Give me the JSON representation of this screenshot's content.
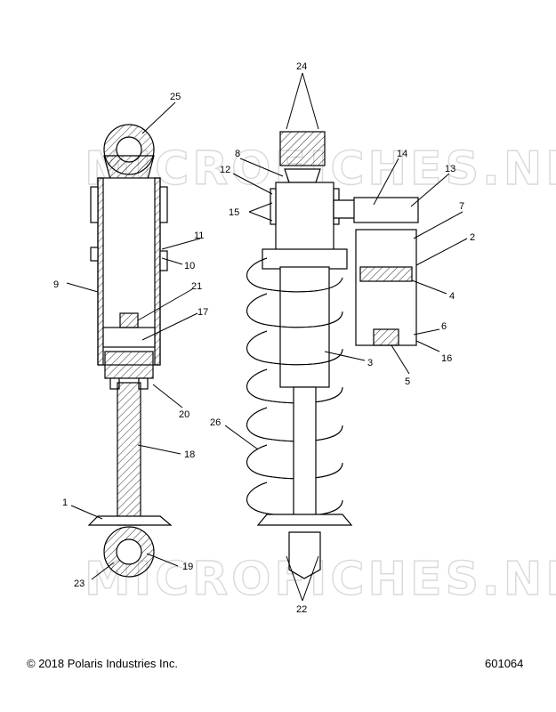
{
  "watermark": "MICROFICHES.NET",
  "footer": {
    "copyright": "© 2018 Polaris Industries Inc.",
    "part_number": "601064"
  },
  "callouts": {
    "c1": "1",
    "c2": "2",
    "c3": "3",
    "c4": "4",
    "c5": "5",
    "c6": "6",
    "c7": "7",
    "c8": "8",
    "c9": "9",
    "c10": "10",
    "c11": "11",
    "c12": "12",
    "c13": "13",
    "c14": "14",
    "c15": "15",
    "c16": "16",
    "c17": "17",
    "c18": "18",
    "c19": "19",
    "c20": "20",
    "c21": "21",
    "c22": "22",
    "c23": "23",
    "c24": "24",
    "c25": "25",
    "c26": "26"
  }
}
